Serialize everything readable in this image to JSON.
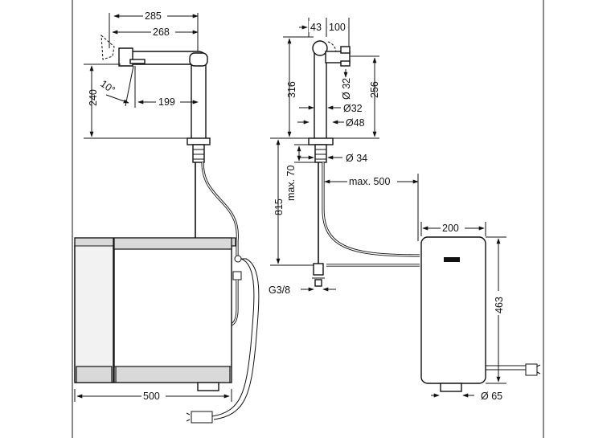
{
  "dimensions": {
    "d285": "285",
    "d268": "268",
    "d240": "240",
    "d10deg": "10°",
    "d199": "199",
    "d500_bottom": "500",
    "d43": "43",
    "d100": "100",
    "d316": "316",
    "d256": "256",
    "dia32_top": "Ø 32",
    "dia32": "Ø32",
    "dia48": "Ø48",
    "dia34": "Ø 34",
    "max70": "max. 70",
    "d815": "815",
    "max500": "max. 500",
    "g38": "G3/8",
    "d200": "200",
    "d463": "463",
    "dia65": "Ø 65"
  },
  "colors": {
    "line": "#111111",
    "cabinet_fill": "#d9d9d9",
    "background": "#ffffff"
  }
}
